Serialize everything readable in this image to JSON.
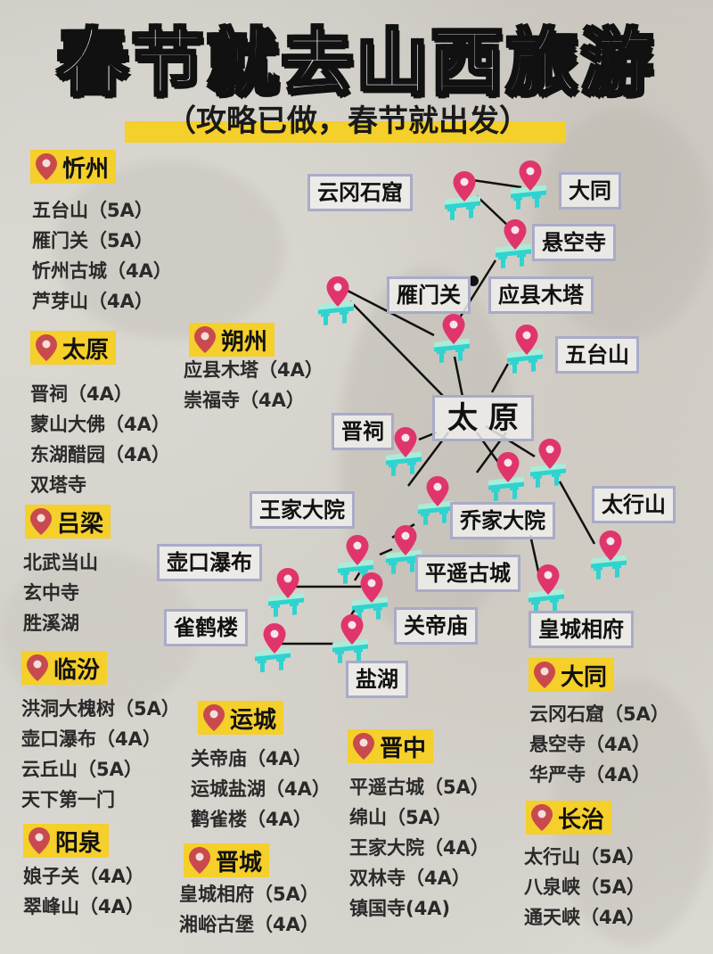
{
  "header": {
    "title": "春节就去山西旅游",
    "subtitle": "（攻略已做，春节就出发）"
  },
  "colors": {
    "highlight": "#f5cf2a",
    "pin_red": "#c94a4e",
    "map_pin": "#e0356b",
    "node_teal": "#34d6d2",
    "label_border": "#a9abc7",
    "text": "#2a2a2a"
  },
  "cities": [
    {
      "name": "忻州",
      "spots": [
        "五台山（5A）",
        "雁门关（5A）",
        "忻州古城（4A）",
        "芦芽山（4A）"
      ]
    },
    {
      "name": "太原",
      "spots": [
        "晋祠（4A）",
        "蒙山大佛（4A）",
        "东湖醋园（4A）",
        "双塔寺"
      ]
    },
    {
      "name": "朔州",
      "spots": [
        "应县木塔（4A）",
        "崇福寺（4A）"
      ]
    },
    {
      "name": "吕梁",
      "spots": [
        "北武当山",
        "玄中寺",
        "胜溪湖"
      ]
    },
    {
      "name": "临汾",
      "spots": [
        "洪洞大槐树（5A）",
        "壶口瀑布（4A）",
        "云丘山（5A）",
        "天下第一门"
      ]
    },
    {
      "name": "阳泉",
      "spots": [
        "娘子关（4A）",
        "翠峰山（4A）"
      ]
    },
    {
      "name": "运城",
      "spots": [
        "关帝庙（4A）",
        "运城盐湖（4A）",
        "鹳雀楼（4A）"
      ]
    },
    {
      "name": "晋城",
      "spots": [
        "皇城相府（5A）",
        "湘峪古堡（4A）"
      ]
    },
    {
      "name": "晋中",
      "spots": [
        "平遥古城（5A）",
        "绵山（5A）",
        "王家大院（4A）",
        "双林寺（4A）",
        "镇国寺(4A)"
      ]
    },
    {
      "name": "大同",
      "spots": [
        "云冈石窟（5A）",
        "悬空寺（4A）",
        "华严寺（4A）"
      ]
    },
    {
      "name": "长治",
      "spots": [
        "太行山（5A）",
        "八泉峡（5A）",
        "通天峡（4A）"
      ]
    }
  ],
  "map_labels": {
    "yungang": "云冈石窟",
    "datong": "大同",
    "xuankong": "悬空寺",
    "yanmen": "雁门关",
    "yingxian": "应县木塔",
    "wutai": "五台山",
    "taiyuan": "太 原",
    "jinci": "晋祠",
    "wangjia": "王家大院",
    "qiaojia": "乔家大院",
    "taihang": "太行山",
    "hukou": "壶口瀑布",
    "pingyao": "平遥古城",
    "queque": "雀鹤楼",
    "guandi": "关帝庙",
    "huangcheng": "皇城相府",
    "yanhu": "盐湖"
  }
}
